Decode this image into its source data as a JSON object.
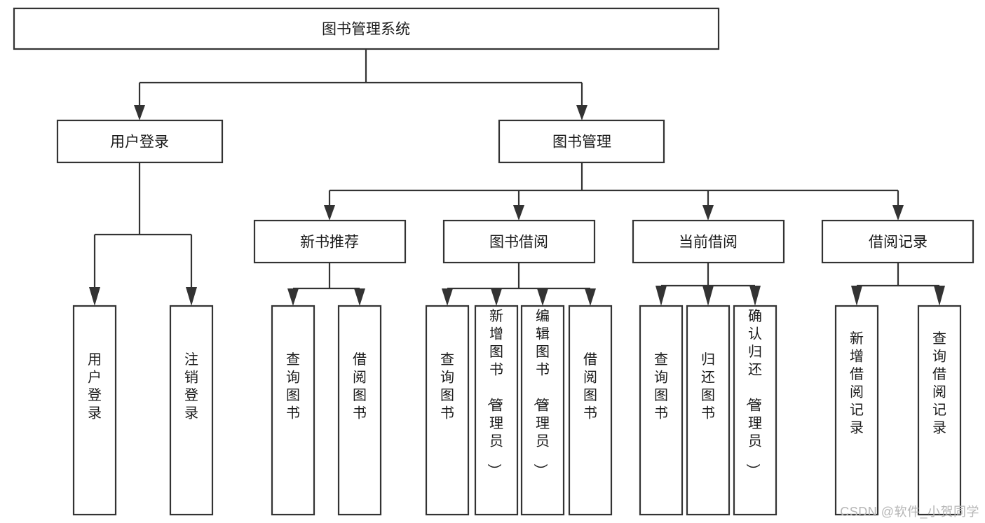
{
  "diagram": {
    "type": "tree-hierarchy",
    "title": "图书管理系统",
    "root": {
      "id": "root",
      "label": "图书管理系统",
      "orientation": "horizontal"
    },
    "level2": [
      {
        "id": "user-login",
        "label": "用户登录",
        "orientation": "horizontal"
      },
      {
        "id": "book-manage",
        "label": "图书管理",
        "orientation": "horizontal"
      }
    ],
    "level3": [
      {
        "id": "new-book-rec",
        "label": "新书推荐",
        "orientation": "horizontal",
        "parent": "book-manage"
      },
      {
        "id": "book-borrow",
        "label": "图书借阅",
        "orientation": "horizontal",
        "parent": "book-manage"
      },
      {
        "id": "current-borrow",
        "label": "当前借阅",
        "orientation": "horizontal",
        "parent": "book-manage"
      },
      {
        "id": "borrow-record",
        "label": "借阅记录",
        "orientation": "horizontal",
        "parent": "book-manage"
      }
    ],
    "leaves": {
      "user-login": [
        {
          "id": "leaf-user-login",
          "label": "用户登录",
          "orientation": "vertical"
        },
        {
          "id": "leaf-user-logout",
          "label": "注销登录",
          "orientation": "vertical"
        }
      ],
      "new-book-rec": [
        {
          "id": "leaf-query-book-1",
          "label": "查询图书",
          "orientation": "vertical"
        },
        {
          "id": "leaf-borrow-book-1",
          "label": "借阅图书",
          "orientation": "vertical"
        }
      ],
      "book-borrow": [
        {
          "id": "leaf-query-book-2",
          "label": "查询图书",
          "orientation": "vertical"
        },
        {
          "id": "leaf-add-book",
          "label": "新增图书（管理员）",
          "orientation": "vertical"
        },
        {
          "id": "leaf-edit-book",
          "label": "编辑图书（管理员）",
          "orientation": "vertical"
        },
        {
          "id": "leaf-borrow-book-2",
          "label": "借阅图书",
          "orientation": "vertical"
        }
      ],
      "current-borrow": [
        {
          "id": "leaf-query-book-3",
          "label": "查询图书",
          "orientation": "vertical"
        },
        {
          "id": "leaf-return-book",
          "label": "归还图书",
          "orientation": "vertical"
        },
        {
          "id": "leaf-confirm-return",
          "label": "确认归还（管理员）",
          "orientation": "vertical"
        }
      ],
      "borrow-record": [
        {
          "id": "leaf-add-record",
          "label": "新增借阅记录",
          "orientation": "vertical"
        },
        {
          "id": "leaf-query-record",
          "label": "查询借阅记录",
          "orientation": "vertical"
        }
      ]
    },
    "colors": {
      "box_fill": "#ffffff",
      "box_stroke": "#333333",
      "connector": "#333333",
      "text": "#1a1a1a",
      "background": "#ffffff",
      "watermark": "#b6b6b6"
    }
  },
  "watermark": {
    "text": "CSDN @软件_小贺同学"
  }
}
